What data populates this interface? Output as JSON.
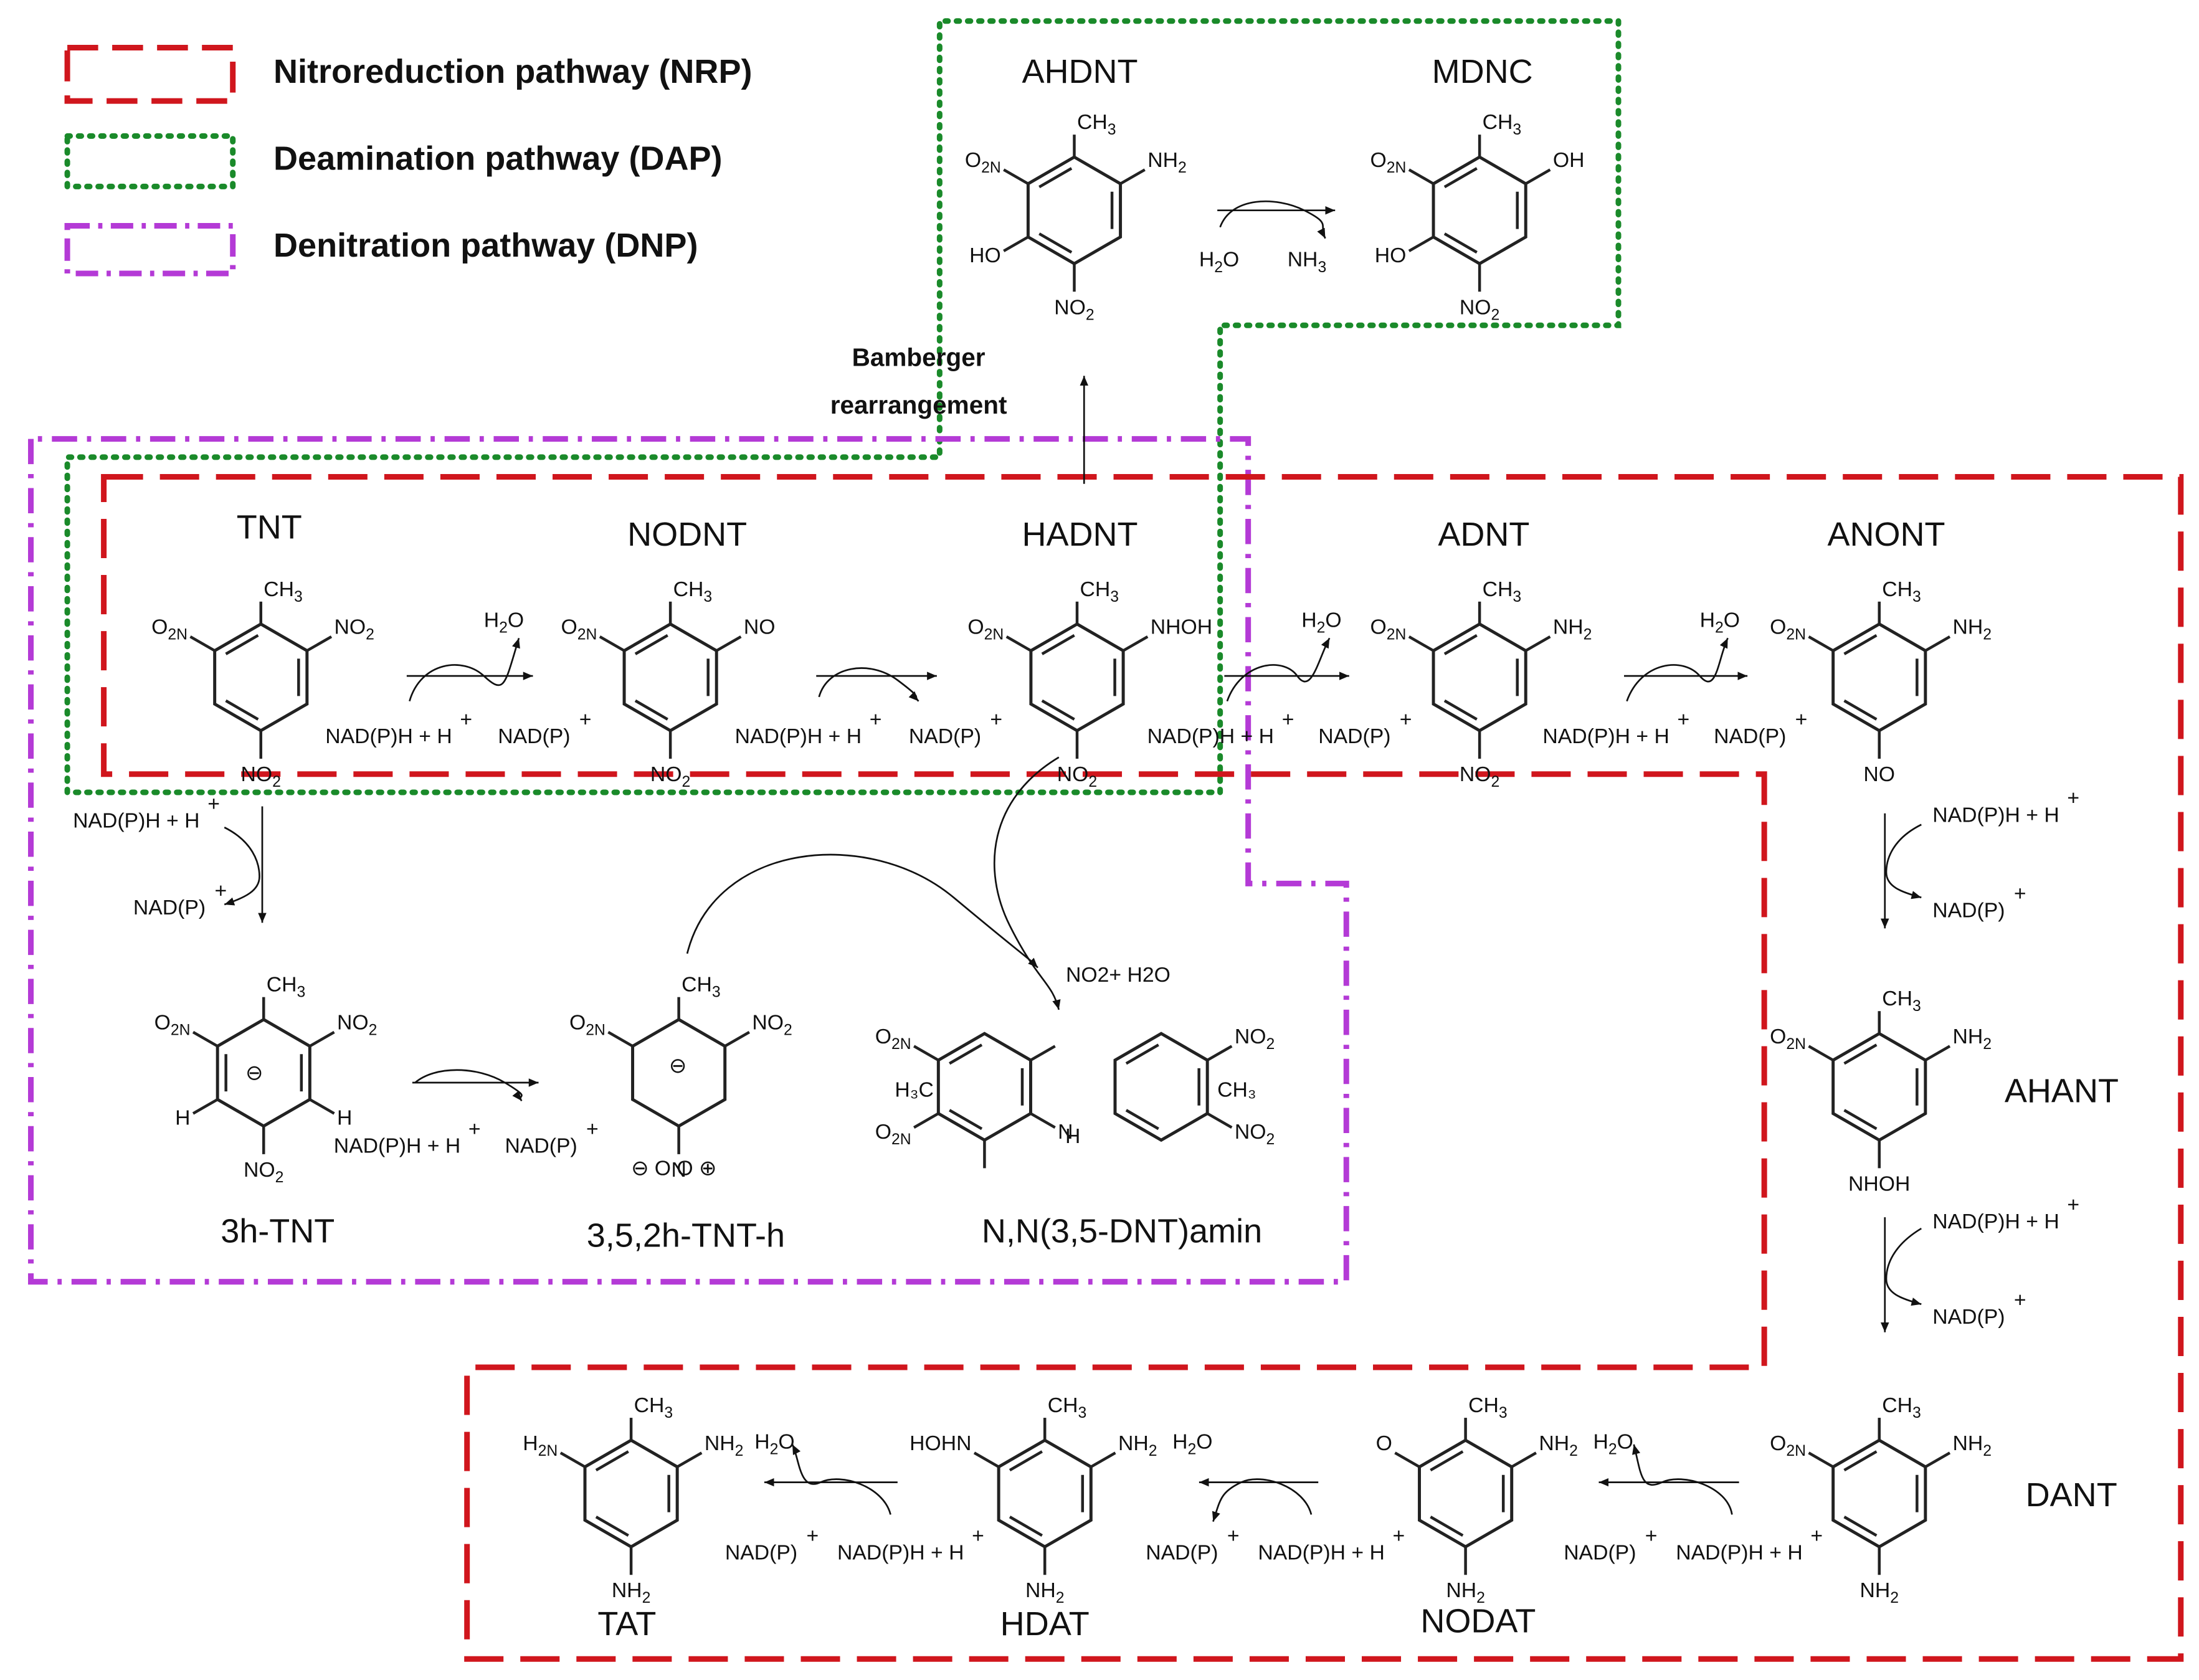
{
  "legend": [
    {
      "label": "Nitroreduction pathway (NRP)",
      "color": "#d0161d",
      "style": "dashed"
    },
    {
      "label": "Deamination pathway (DAP)",
      "color": "#1a8a2a",
      "style": "dotted"
    },
    {
      "label": "Denitration pathway (DNP)",
      "color": "#b43ad6",
      "style": "dash-dot"
    }
  ],
  "compounds": {
    "tnt": "TNT",
    "nodnt": "NODNT",
    "hadnt": "HADNT",
    "adnt": "ADNT",
    "anont": "ANONT",
    "ahdnt": "AHDNT",
    "mdnc": "MDNC",
    "ahant": "AHANT",
    "dant": "DANT",
    "tat": "TAT",
    "hdat": "HDAT",
    "nodat": "NODAT",
    "h3tnt": "3h-TNT",
    "h352tnth": "3,5,2h-TNT-h",
    "dntamin": "N,N(3,5-DNT)amin"
  },
  "reaction_label": "Bamberger rearrangement",
  "cofactors": {
    "nadph": "NAD(P)H + H",
    "nadp": "NAD(P)",
    "plus": "+",
    "h2o": "H2O",
    "nh3": "NH3",
    "no2_h2o": "NO2+ H2O"
  }
}
